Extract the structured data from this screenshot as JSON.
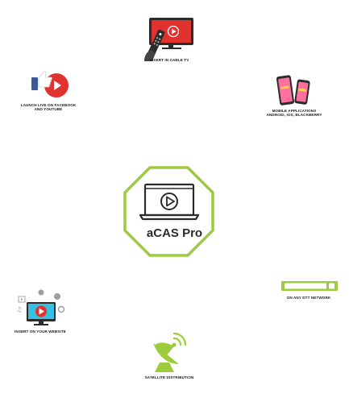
{
  "center": {
    "title": "aCAS Pro"
  },
  "nodes": {
    "cable_tv": {
      "label": "INSERT IN CABLE TV"
    },
    "facebook_youtube": {
      "label_line1": "LAUNCH LIVE ON FACEBOOK",
      "label_line2": "AND YOUTUBE"
    },
    "mobile": {
      "label_line1": "MOBILE APPLICATIONS",
      "label_line2": "ANDROID, IOS, BLACKBERRY"
    },
    "website": {
      "label": "INSERT ON YOUR WEBSITE"
    },
    "dtt": {
      "label": "ON ANY DTT NETWORK"
    },
    "satellite": {
      "label": "SATELLITE DISTRIBUTION"
    }
  },
  "colors": {
    "accent_green": "#9ccc3c",
    "play_red": "#e0332f",
    "dark": "#2b2b2b",
    "cyan": "#36c1e4",
    "phone_pink": "#ff6fa0"
  }
}
